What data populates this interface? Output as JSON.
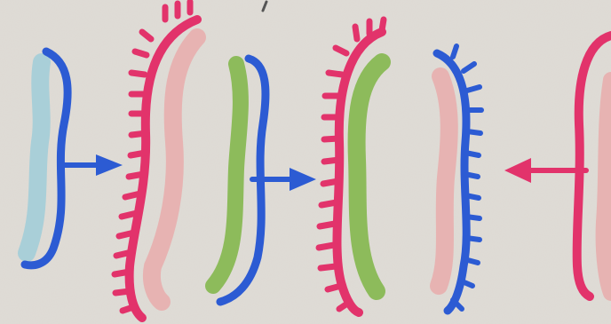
{
  "title": "",
  "colors": {
    "background": "#dedad4",
    "blue_strand": "#2c5bd3",
    "light_blue_strand": "#a9cfd8",
    "magenta_strand": "#e2336b",
    "pink_strand": "#e7b3b2",
    "green_strand": "#8dbb5b"
  },
  "arrows": [
    {
      "direction": "right",
      "color_key": "blue_strand"
    },
    {
      "direction": "right",
      "color_key": "blue_strand"
    },
    {
      "direction": "left",
      "color_key": "magenta_strand"
    }
  ],
  "icons": [
    "strand-pair-icon",
    "arrow-right-icon",
    "arrow-left-icon"
  ]
}
